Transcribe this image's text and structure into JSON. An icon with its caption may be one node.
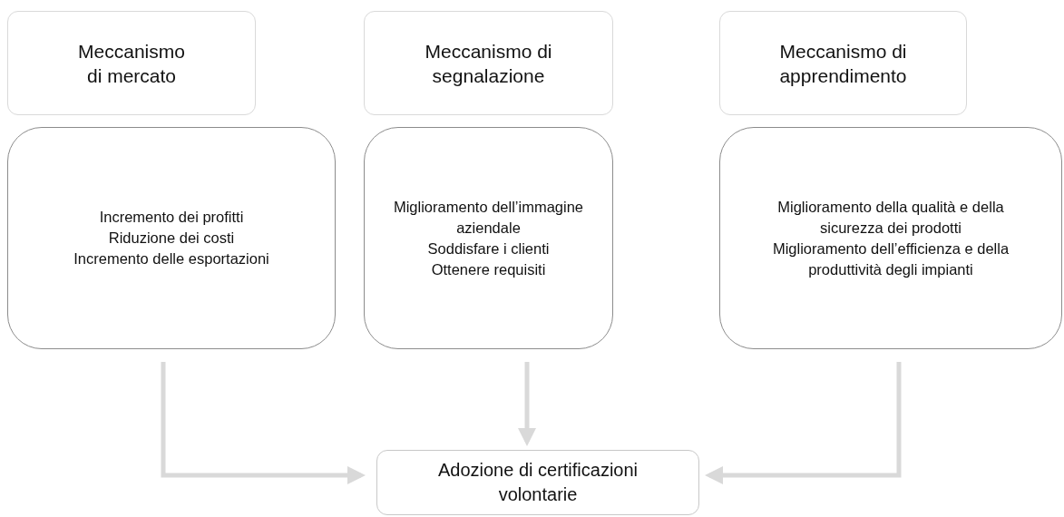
{
  "diagram": {
    "nodes": [
      {
        "text": [
          "Meccanismo di mercato"
        ]
      },
      {
        "text": [
          "Meccanismo di segnalazione"
        ]
      },
      {
        "text": [
          "Meccanismo di apprendimento"
        ]
      },
      {
        "text": [
          "Incremento dei profitti",
          "Riduzione dei costi",
          "Incremento delle esportazioni"
        ]
      },
      {
        "text": [
          "Miglioramento dell’immagine aziendale",
          "Soddisfare i clienti",
          "Ottenere requisiti"
        ]
      },
      {
        "text": [
          "Miglioramento della qualità e della sicurezza dei prodotti",
          "Miglioramento dell’efficienza e della produttività degli impianti"
        ]
      },
      {
        "text": [
          "Adozione di certificazioni volontarie"
        ]
      }
    ],
    "edges": [
      {
        "from": 3,
        "to": 6,
        "arrow": "to"
      },
      {
        "from": 4,
        "to": 6,
        "arrow": "to"
      },
      {
        "from": 5,
        "to": 6,
        "arrow": "to"
      }
    ]
  }
}
